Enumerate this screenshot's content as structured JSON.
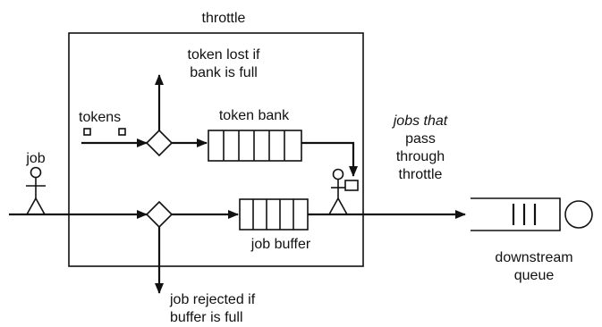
{
  "labels": {
    "throttle": "throttle",
    "token_lost_1": "token lost if",
    "token_lost_2": "bank is full",
    "tokens": "tokens",
    "token_bank": "token bank",
    "job": "job",
    "job_buffer": "job buffer",
    "passing_1": "jobs that",
    "passing_2": "pass",
    "passing_3": "through",
    "passing_4": "throttle",
    "downstream_1": "downstream",
    "downstream_2": "queue",
    "rejected_1": "job rejected if",
    "rejected_2": "buffer is full"
  },
  "colors": {
    "ink": "#111111",
    "background": "#ffffff"
  }
}
